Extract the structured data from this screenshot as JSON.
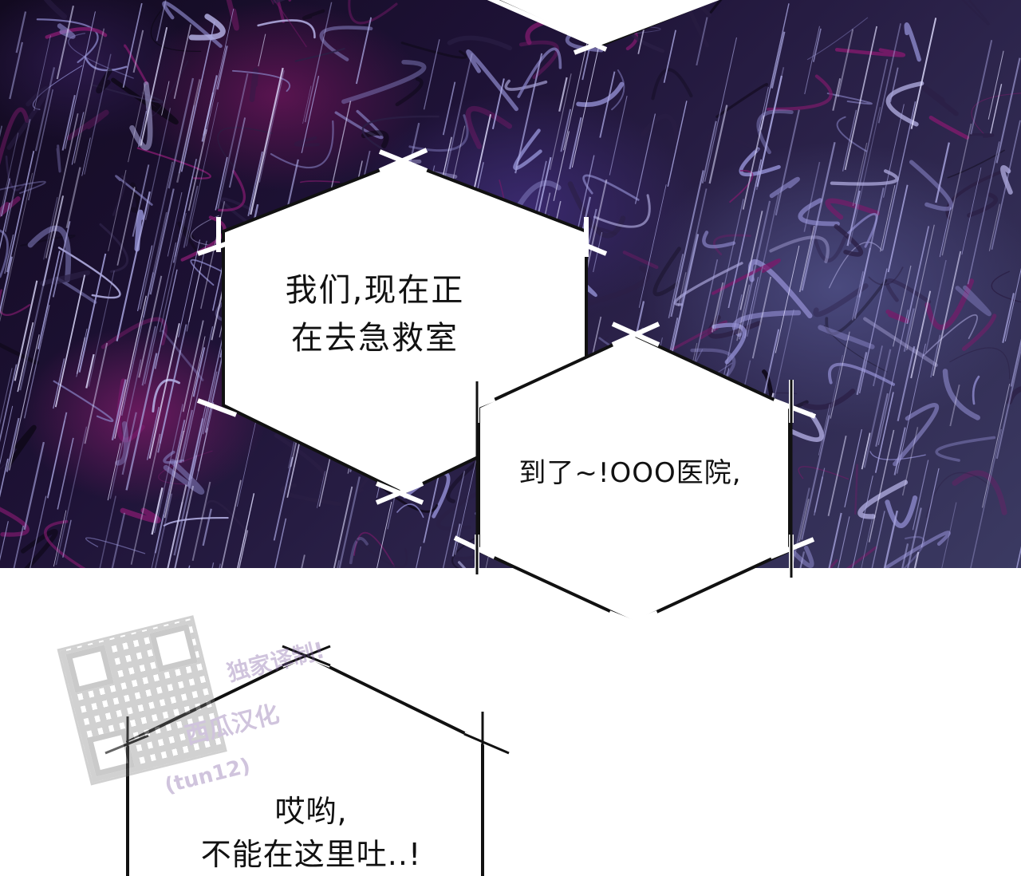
{
  "bubbles": [
    {
      "text": "我们,现在正\n在去急救室"
    },
    {
      "text": "到了~!OOO医院,"
    },
    {
      "text": "哎哟,\n不能在这里吐..!"
    }
  ],
  "watermark": {
    "line1": "独家译制!",
    "line2": "西瓜汉化",
    "line3": "(tun12)"
  },
  "colors": {
    "panel_dark": "#1a1230",
    "panel_violet": "#8a86c8",
    "panel_magenta": "#7a1a6a",
    "bubble_fill": "#ffffff",
    "bubble_stroke": "#111111"
  }
}
